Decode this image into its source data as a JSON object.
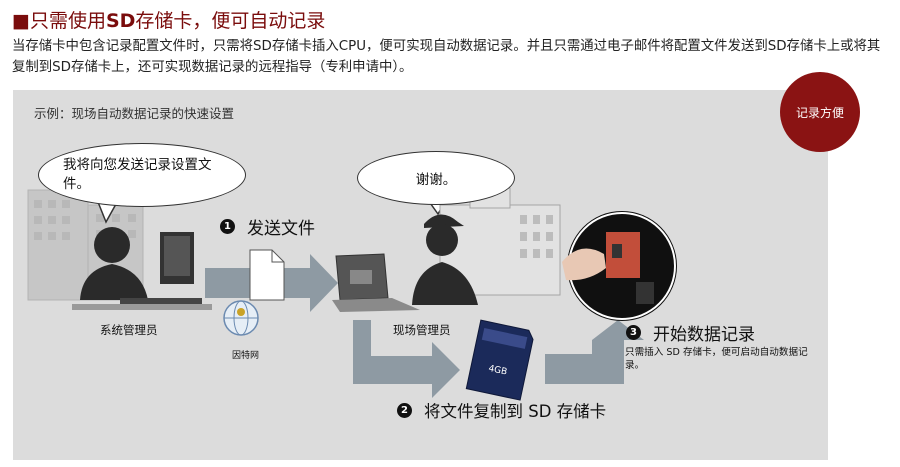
{
  "heading": {
    "prefix": "■只需使用",
    "bold": "SD",
    "suffix": "存储卡，便可自动记录"
  },
  "intro": "当存储卡中包含记录配置文件时，只需将SD存储卡插入CPU，便可实现自动数据记录。并且只需通过电子邮件将配置文件发送到SD存储卡上或将其复制到SD存储卡上，还可实现数据记录的远程指导（专利申请中）。",
  "example_title": "示例：现场自动数据记录的快速设置",
  "badge": "记录方便",
  "bubble_admin": "我将向您发送记录设置文件。",
  "bubble_site": "谢谢。",
  "steps": [
    {
      "num": "1",
      "label": "发送文件"
    },
    {
      "num": "2",
      "label": "将文件复制到 SD 存储卡"
    },
    {
      "num": "3",
      "label": "开始数据记录",
      "desc": "只需插入 SD 存储卡，便可启动自动数据记录。"
    }
  ],
  "labels": {
    "admin": "系统管理员",
    "site": "现场管理员",
    "internet": "因特网"
  },
  "sd_card": {
    "capacity": "4GB"
  },
  "colors": {
    "brand": "#7a0c0c",
    "badge": "#8a1313",
    "panel": "#dcdcdc",
    "arrow": "#8e9aa3"
  }
}
